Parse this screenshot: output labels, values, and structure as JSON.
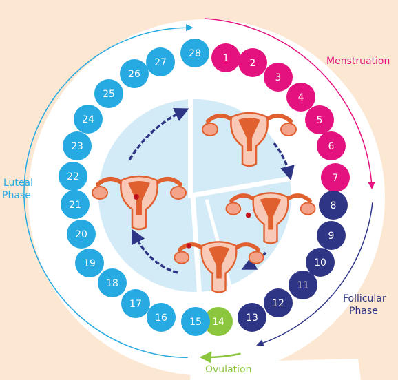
{
  "labels": {
    "menstruation": "Menstruation",
    "luteal_line1": "Luteal",
    "luteal_line2": "Phase",
    "follicular_line1": "Follicular",
    "follicular_line2": "Phase",
    "ovulation": "Ovulation"
  },
  "colors": {
    "background": "#fce7d3",
    "ring": "#ffffff",
    "menstruation": "#e4127f",
    "follicular": "#2f3585",
    "ovulation": "#8cc63f",
    "luteal": "#27a9e1",
    "inner_disc": "#d3ebf6",
    "uterus": "#f7c9b6",
    "uterus_outline": "#e0602f",
    "arrow_dark": "#2f3585"
  },
  "days": [
    {
      "label": "1",
      "phase": "menstruation"
    },
    {
      "label": "2",
      "phase": "menstruation"
    },
    {
      "label": "3",
      "phase": "menstruation"
    },
    {
      "label": "4",
      "phase": "menstruation"
    },
    {
      "label": "5",
      "phase": "menstruation"
    },
    {
      "label": "6",
      "phase": "menstruation"
    },
    {
      "label": "7",
      "phase": "menstruation"
    },
    {
      "label": "8",
      "phase": "follicular"
    },
    {
      "label": "9",
      "phase": "follicular"
    },
    {
      "label": "10",
      "phase": "follicular"
    },
    {
      "label": "11",
      "phase": "follicular"
    },
    {
      "label": "12",
      "phase": "follicular"
    },
    {
      "label": "13",
      "phase": "follicular"
    },
    {
      "label": "14",
      "phase": "ovulation"
    },
    {
      "label": "15",
      "phase": "luteal"
    },
    {
      "label": "16",
      "phase": "luteal"
    },
    {
      "label": "17",
      "phase": "luteal"
    },
    {
      "label": "18",
      "phase": "luteal"
    },
    {
      "label": "19",
      "phase": "luteal"
    },
    {
      "label": "20",
      "phase": "luteal"
    },
    {
      "label": "21",
      "phase": "luteal"
    },
    {
      "label": "22",
      "phase": "luteal"
    },
    {
      "label": "23",
      "phase": "luteal"
    },
    {
      "label": "24",
      "phase": "luteal"
    },
    {
      "label": "25",
      "phase": "luteal"
    },
    {
      "label": "26",
      "phase": "luteal"
    },
    {
      "label": "27",
      "phase": "luteal"
    },
    {
      "label": "28",
      "phase": "luteal"
    }
  ],
  "stages": [
    {
      "name": "uterus-menstruation"
    },
    {
      "name": "uterus-follicular"
    },
    {
      "name": "uterus-ovulation"
    },
    {
      "name": "uterus-luteal"
    }
  ]
}
